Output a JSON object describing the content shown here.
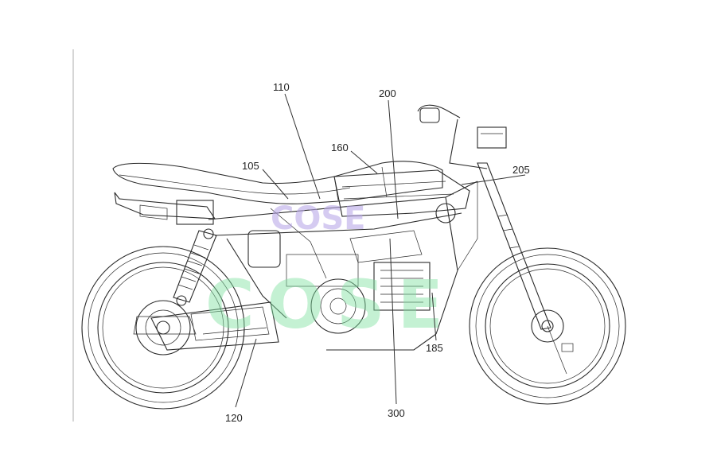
{
  "figure": {
    "reference_numerals": [
      "110",
      "200",
      "160",
      "105",
      "205",
      "185",
      "120",
      "300"
    ],
    "watermark": {
      "text": "COSE",
      "color_primary": "#7fe0a0",
      "color_secondary": "#b9a8e8"
    },
    "line_color": "#2a2a2a"
  }
}
